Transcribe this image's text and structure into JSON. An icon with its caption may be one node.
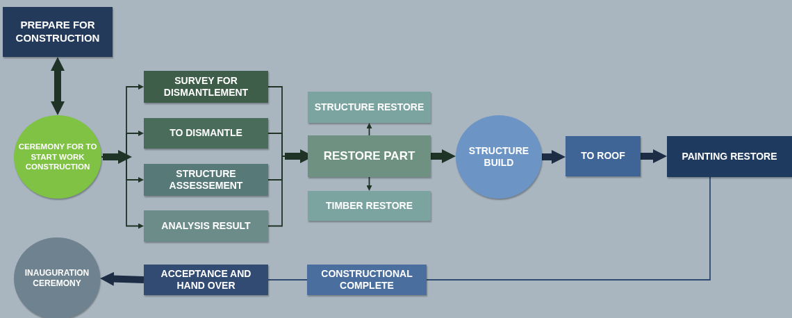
{
  "diagram": {
    "nodes": [
      {
        "text": [
          "PREPARE FOR CONSTRUCTION"
        ]
      },
      {
        "text": [
          "CEREMONY FOR TO START WORK CONSTRUCTION"
        ]
      },
      {
        "text": [
          "SURVEY  FOR DISMANTLEMENT"
        ]
      },
      {
        "text": [
          "TO DISMANTLE"
        ]
      },
      {
        "text": [
          "STRUCTURE ASSESSEMENT"
        ]
      },
      {
        "text": [
          "ANALYSIS RESULT"
        ]
      },
      {
        "text": [
          "STRUCTURE RESTORE"
        ]
      },
      {
        "text": [
          "RESTORE PART"
        ]
      },
      {
        "text": [
          "TIMBER RESTORE"
        ]
      },
      {
        "text": [
          "STRUCTURE BUILD"
        ]
      },
      {
        "text": [
          "TO ROOF"
        ]
      },
      {
        "text": [
          "PAINTING RESTORE"
        ]
      },
      {
        "text": [
          "CONSTRUCTIONAL COMPLETE"
        ]
      },
      {
        "text": [
          "ACCEPTANCE AND HAND OVER"
        ]
      },
      {
        "text": [
          "INAUGURATION CEREMONY"
        ]
      }
    ],
    "edges": [
      {
        "from": 0,
        "to": 1,
        "arrow": "both",
        "style": "thick"
      },
      {
        "from": 1,
        "to": 2,
        "arrow": "to"
      },
      {
        "from": 1,
        "to": 3,
        "arrow": "to"
      },
      {
        "from": 1,
        "to": 4,
        "arrow": "to"
      },
      {
        "from": 1,
        "to": 5,
        "arrow": "to"
      },
      {
        "from": 2,
        "to": 7,
        "arrow": "to"
      },
      {
        "from": 3,
        "to": 7,
        "arrow": "to"
      },
      {
        "from": 4,
        "to": 7,
        "arrow": "to"
      },
      {
        "from": 5,
        "to": 7,
        "arrow": "to"
      },
      {
        "from": 7,
        "to": 6,
        "arrow": "to"
      },
      {
        "from": 7,
        "to": 8,
        "arrow": "to"
      },
      {
        "from": 7,
        "to": 9,
        "arrow": "to",
        "style": "thick"
      },
      {
        "from": 9,
        "to": 10,
        "arrow": "to",
        "style": "thick",
        "color": "#1c2d45"
      },
      {
        "from": 10,
        "to": 11,
        "arrow": "to",
        "style": "thick",
        "color": "#1c2d45"
      },
      {
        "from": 11,
        "to": 12,
        "arrow": "none",
        "color": "#2f4a6e"
      },
      {
        "from": 12,
        "to": 13,
        "arrow": "none",
        "color": "#2f4a6e"
      },
      {
        "from": 13,
        "to": 14,
        "arrow": "to",
        "style": "thick",
        "color": "#1c2d45"
      }
    ]
  }
}
